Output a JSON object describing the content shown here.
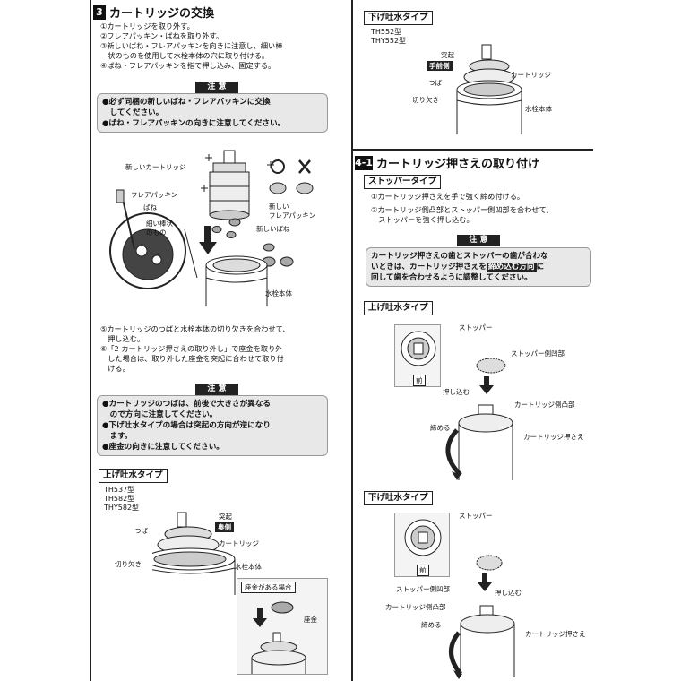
{
  "section3": {
    "number": "3",
    "title": "カートリッジの交換",
    "steps": [
      "①カートリッジを取り外す。",
      "②フレアパッキン・ばねを取り外す。",
      "③新しいばね・フレアパッキンを向きに注意し、細い棒",
      "　状のものを使用して水栓本体の穴に取り付ける。",
      "④ばね・フレアパッキンを指で押し込み、固定する。"
    ],
    "caution1": {
      "head": "注 意",
      "lines": [
        "●必ず同梱の新しいばね・フレアパッキンに交換",
        "　してください。",
        "●ばね・フレアパッキンの向きに注意してください。"
      ]
    },
    "fig1": {
      "new_cartridge": "新しいカートリッジ",
      "flare_packing": "フレアパッキン",
      "spring": "ばね",
      "thin_rod_1": "細い棒状",
      "thin_rod_2": "のもの",
      "new_flare_1": "新しい",
      "new_flare_2": "フレアパッキン",
      "new_spring": "新しいばね",
      "faucet_body": "水栓本体"
    },
    "steps2": [
      "⑤カートリッジのつばと水栓本体の切り欠きを合わせて、",
      "　押し込む。",
      "⑥「2 カートリッジ押さえの取り外し」で座金を取り外",
      "　した場合は、取り外した座金を突起に合わせて取り付",
      "　ける。"
    ],
    "caution2": {
      "head": "注 意",
      "lines": [
        "●カートリッジのつばは、前後で大きさが異なる",
        "　ので方向に注意してください。",
        "●下げ吐水タイプの場合は突起の方向が逆になり",
        "　ます。",
        "●座金の向きに注意してください。"
      ]
    },
    "up_type": {
      "tag": "上げ吐水タイプ",
      "models": [
        "TH537型",
        "TH582型",
        "THY582型"
      ],
      "protrusion": "突起",
      "back_side": "奥側",
      "tsuba": "つば",
      "cartridge": "カートリッジ",
      "notch": "切り欠き",
      "faucet_body": "水栓本体",
      "washer_case": "座金がある場合",
      "washer": "座金"
    }
  },
  "down_type_top": {
    "tag": "下げ吐水タイプ",
    "models": [
      "TH552型",
      "THY552型"
    ],
    "protrusion": "突起",
    "front_side": "手前側",
    "cartridge": "カートリッジ",
    "tsuba": "つば",
    "notch": "切り欠き",
    "faucet_body": "水栓本体"
  },
  "section41": {
    "number": "4-1",
    "title": "カートリッジ押さえの取り付け",
    "stopper_tag": "ストッパータイプ",
    "steps": [
      "①カートリッジ押さえを手で強く締め付ける。",
      "②カートリッジ側凸部とストッパー側凹部を合わせて、",
      "　ストッパーを強く押し込む。"
    ],
    "caution": {
      "head": "注 意",
      "line1": "カートリッジ押さえの歯とストッパーの歯が合わな",
      "line2a": "いときは、カートリッジ押さえを",
      "line2b": "締め込む方向",
      "line2c": "に",
      "line3": "回して歯を合わせるように調整してください。"
    },
    "up": {
      "tag": "上げ吐水タイプ",
      "stopper": "ストッパー",
      "stopper_recess": "ストッパー側凹部",
      "front": "前",
      "push_in": "押し込む",
      "cartridge_boss": "カートリッジ側凸部",
      "tighten": "締める",
      "cartridge_holder": "カートリッジ押さえ"
    },
    "down": {
      "tag": "下げ吐水タイプ",
      "stopper": "ストッパー",
      "front": "前",
      "stopper_recess": "ストッパー側凹部",
      "push_in": "押し込む",
      "cartridge_boss": "カートリッジ側凸部",
      "tighten": "締める",
      "cartridge_holder": "カートリッジ押さえ"
    }
  }
}
